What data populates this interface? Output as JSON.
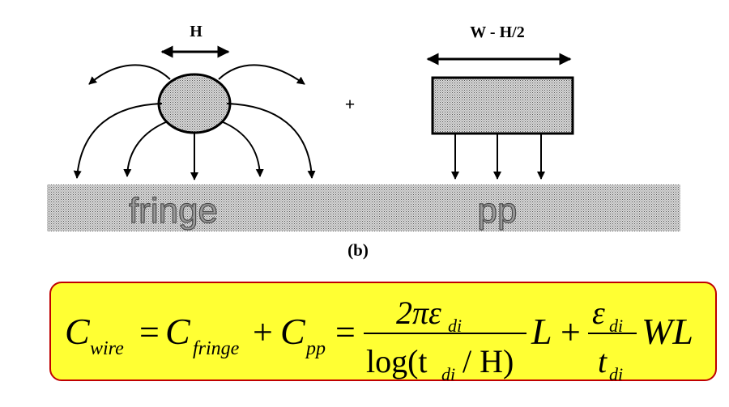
{
  "diagram": {
    "label_h": "H",
    "label_w": "W - H/2",
    "label_plus": "+",
    "label_fringe": "fringe",
    "label_pp": "pp",
    "label_b": "(b)"
  },
  "equation": {
    "lhs_c": "C",
    "lhs_sub": "wire",
    "eq1": "=",
    "t1_c": "C",
    "t1_sub": "fringe",
    "plus1": "+",
    "t2_c": "C",
    "t2_sub": "pp",
    "eq2": "=",
    "frac1_num": "2πε",
    "frac1_num_sub": "di",
    "frac1_den_a": "log(t",
    "frac1_den_sub": "di",
    "frac1_den_b": " / H)",
    "l1": "L",
    "plus2": "+",
    "frac2_num": "ε",
    "frac2_num_sub": "di",
    "frac2_den": "t",
    "frac2_den_sub": "di",
    "wl": "WL"
  },
  "colors": {
    "equation_box_fill": "#ffff33",
    "equation_box_border": "#c00000"
  }
}
